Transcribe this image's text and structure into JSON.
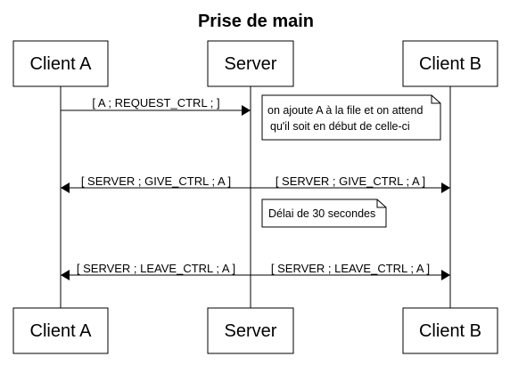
{
  "diagram": {
    "title": "Prise de main",
    "actors": {
      "client_a": "Client A",
      "server": "Server",
      "client_b": "Client B"
    },
    "messages": {
      "request_ctrl": "[ A ; REQUEST_CTRL ; ]",
      "give_ctrl_to_a": "[ SERVER ; GIVE_CTRL ; A ]",
      "give_ctrl_to_b": "[ SERVER ; GIVE_CTRL ; A ]",
      "leave_ctrl_to_a": "[ SERVER ; LEAVE_CTRL ; A ]",
      "leave_ctrl_to_b": "[ SERVER ; LEAVE_CTRL ; A ]"
    },
    "notes": {
      "queue_line1": "on ajoute A à la file et on attend",
      "queue_line2": "qu'il soit en début de celle-ci",
      "delay": "Délai de 30 secondes"
    }
  }
}
